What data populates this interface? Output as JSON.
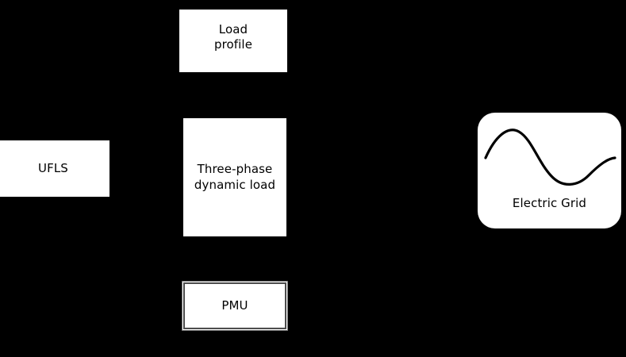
{
  "diagram": {
    "title": "UFLS three-phase dynamic load and electric grid block diagram",
    "background_color": "#000000",
    "block_fill_color": "#ffffff",
    "block_text_color": "#000000",
    "pmu_border_color": "#4d4d4d",
    "blocks": [
      {
        "id": "load-profile",
        "label": "Load\nprofile",
        "shape": "rectangle"
      },
      {
        "id": "ufls",
        "label": "UFLS",
        "shape": "rectangle"
      },
      {
        "id": "three-phase-dynamic-load",
        "label": "Three-phase\ndynamic load",
        "shape": "rectangle"
      },
      {
        "id": "pmu",
        "label": "PMU",
        "shape": "double-border-rectangle"
      },
      {
        "id": "electric-grid",
        "label": "Electric Grid",
        "shape": "rounded-rectangle",
        "icon": "sine-wave-icon"
      }
    ]
  }
}
